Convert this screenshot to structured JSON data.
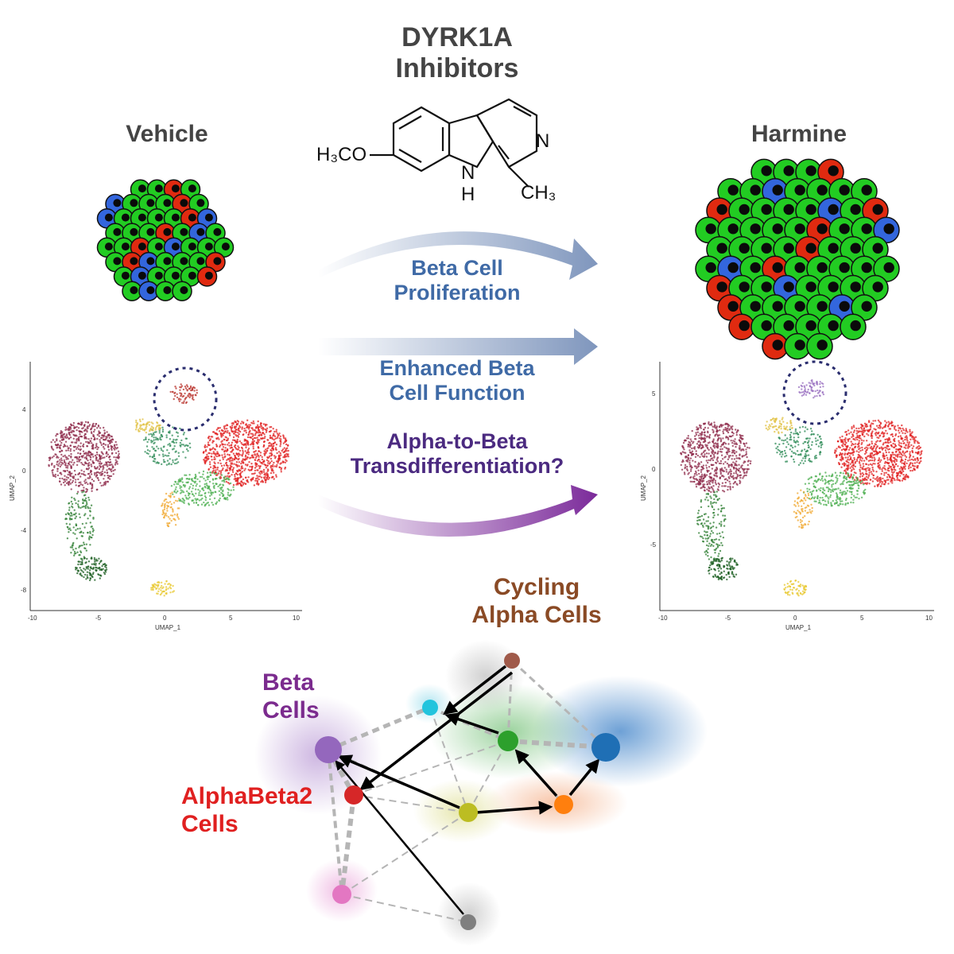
{
  "title": "DYRK1A\nInhibitors",
  "conditions": {
    "left": "Vehicle",
    "right": "Harmine"
  },
  "effects": {
    "beta_proliferation": "Beta Cell\nProliferation",
    "enhanced_function": "Enhanced Beta\nCell Function",
    "transdifferentiation": "Alpha-to-Beta\nTransdifferentiation?"
  },
  "molecule": {
    "left_group": "H₃CO",
    "nitrogen": "N",
    "nh": "N",
    "h": "H",
    "methyl": "CH₃"
  },
  "umap_axes": {
    "x_label": "UMAP_1",
    "y_label": "UMAP_2"
  },
  "umap_left_ticks": {
    "x": [
      "-10",
      "-5",
      "0",
      "5",
      "10"
    ],
    "y": [
      "4",
      "0",
      "-4",
      "-8"
    ]
  },
  "umap_right_ticks": {
    "x": [
      "-10",
      "-5",
      "0",
      "5",
      "10"
    ],
    "y": [
      "5",
      "0",
      "-5"
    ]
  },
  "trajectory_labels": {
    "cycling": "Cycling\nAlpha Cells",
    "beta": "Beta\nCells",
    "alphabeta2": "AlphaBeta2\nCells"
  },
  "colors": {
    "beta_text": "#3f6aa6",
    "transdiff_text": "#4b2a80",
    "cycling_text": "#8a4a25",
    "beta_cells_text": "#7b2b8e",
    "ab2_text": "#e02020",
    "cell_green": "#22cc22",
    "cell_red": "#e02a10",
    "cell_blue": "#3366dd"
  }
}
